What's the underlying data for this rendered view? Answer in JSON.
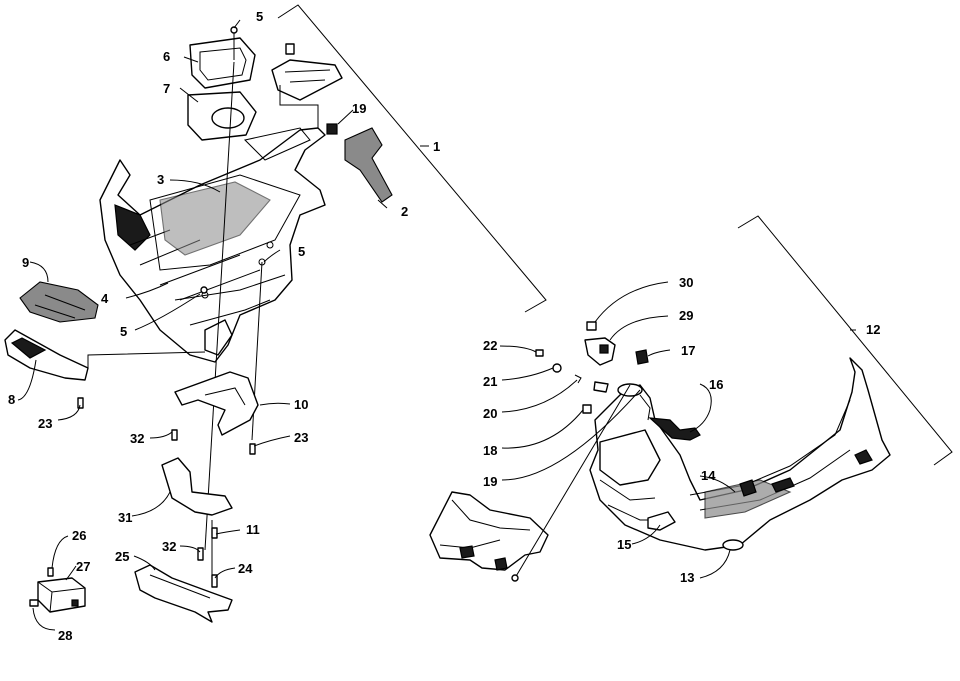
{
  "callouts": {
    "c1": "1",
    "c2": "2",
    "c3": "3",
    "c4": "4",
    "c5a": "5",
    "c5b": "5",
    "c5c": "5",
    "c6": "6",
    "c7": "7",
    "c8": "8",
    "c9": "9",
    "c10": "10",
    "c11": "11",
    "c12": "12",
    "c13": "13",
    "c14": "14",
    "c15": "15",
    "c16": "16",
    "c17": "17",
    "c18": "18",
    "c19a": "19",
    "c19b": "19",
    "c20": "20",
    "c21": "21",
    "c22": "22",
    "c23a": "23",
    "c23b": "23",
    "c24": "24",
    "c25": "25",
    "c26": "26",
    "c27": "27",
    "c28": "28",
    "c29": "29",
    "c30": "30",
    "c31": "31",
    "c32a": "32",
    "c32b": "32"
  },
  "colors": {
    "line": "#000000",
    "background": "#ffffff"
  }
}
